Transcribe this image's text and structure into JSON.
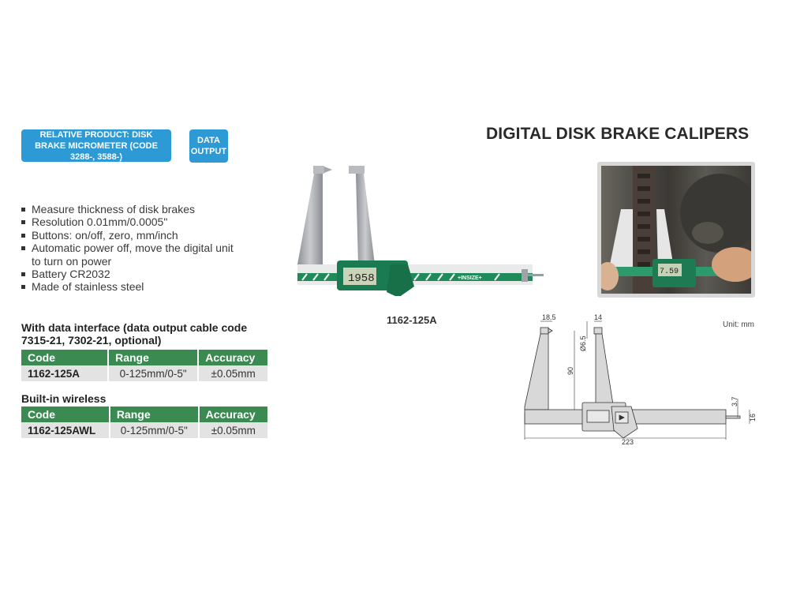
{
  "badges": {
    "related_product": "RELATIVE PRODUCT: DISK BRAKE MICROMETER (CODE 3288-, 3588-)",
    "data_output": "DATA OUTPUT",
    "color": "#2d9ad6"
  },
  "title": "DIGITAL DISK BRAKE CALIPERS",
  "features": [
    "Measure thickness of disk brakes",
    "Resolution 0.01mm/0.0005\"",
    "Buttons: on/off, zero, mm/inch",
    "Automatic power off, move the digital unit to turn on power",
    "Battery CR2032",
    "Made of stainless steel"
  ],
  "sections": [
    {
      "title": "With data interface (data output cable code 7315-21, 7302-21, optional)",
      "headers": [
        "Code",
        "Range",
        "Accuracy"
      ],
      "rows": [
        [
          "1162-125A",
          "0-125mm/0-5\"",
          "±0.05mm"
        ]
      ]
    },
    {
      "title": "Built-in wireless",
      "headers": [
        "Code",
        "Range",
        "Accuracy"
      ],
      "rows": [
        [
          "1162-125AWL",
          "0-125mm/0-5\"",
          "±0.05mm"
        ]
      ]
    }
  ],
  "product_image": {
    "model_label": "1162-125A",
    "display_reading": "1958",
    "brand": "INSIZE"
  },
  "photo": {
    "display_reading": "7.59"
  },
  "drawing": {
    "unit": "Unit: mm",
    "dimensions": {
      "jaw_tip_left": "18.5",
      "jaw_tip_right": "14",
      "diameter": "Ø6.5",
      "jaw_height": "90",
      "depth_rod": "3.7",
      "beam_width": "16",
      "overall_length": "223"
    }
  },
  "colors": {
    "table_header": "#3a8a52",
    "table_row": "#e3e3e3",
    "caliper_green": "#1f8a5a"
  }
}
